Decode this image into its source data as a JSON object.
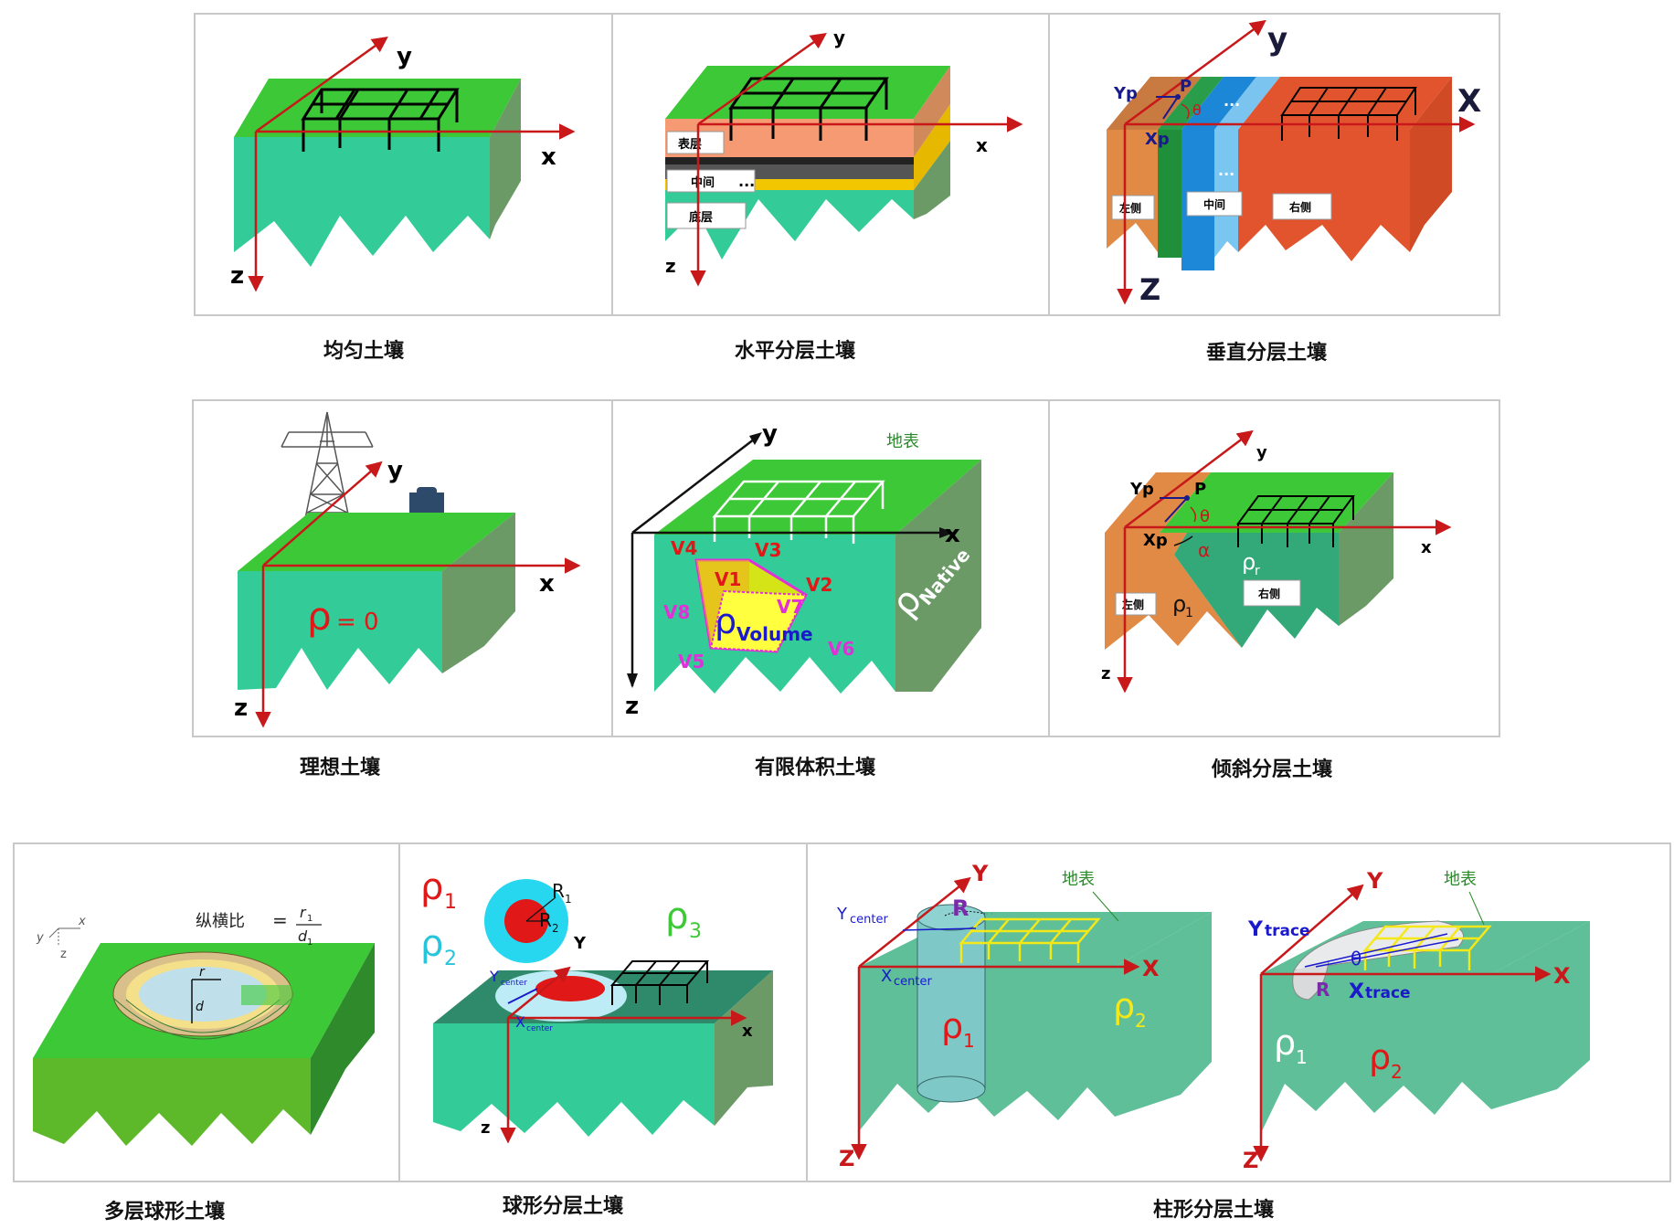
{
  "colors": {
    "axis": "#c8181a",
    "grass": "#3dc937",
    "soil": "#33cc99",
    "side": "#6b9a66",
    "frame": "#c8c8c8"
  },
  "panels": {
    "uniform": {
      "caption": "均匀土壤",
      "x": "x",
      "y": "y",
      "z": "z"
    },
    "horizontal": {
      "caption": "水平分层土壤",
      "x": "x",
      "y": "y",
      "z": "z",
      "top": "表层",
      "middle": "中间",
      "bottom": "底层",
      "dots": "..."
    },
    "vertical": {
      "caption": "垂直分层土壤",
      "x": "X",
      "y": "y",
      "z": "Z",
      "yp": "Yp",
      "xp": "Xp",
      "p": "P",
      "theta": "θ",
      "left": "左侧",
      "middle": "中间",
      "right": "右侧",
      "dots": "..."
    },
    "ideal": {
      "caption": "理想土壤",
      "x": "x",
      "y": "y",
      "z": "z",
      "rho": "ρ",
      "eq": "= 0"
    },
    "finite": {
      "caption": "有限体积土壤",
      "x": "x",
      "y": "y",
      "z": "z",
      "surface": "地表",
      "v": [
        "V1",
        "V2",
        "V3",
        "V4",
        "V5",
        "V6",
        "V7",
        "V8"
      ],
      "rho": "ρ",
      "volume": "Volume",
      "native": "Native"
    },
    "inclined": {
      "caption": "倾斜分层土壤",
      "x": "x",
      "y": "y",
      "z": "z",
      "yp": "Yp",
      "xp": "Xp",
      "p": "P",
      "theta": "θ",
      "alpha": "α",
      "left": "左侧",
      "right": "右侧",
      "rho": "ρ",
      "sub1": "1",
      "subr": "r"
    },
    "multisphere": {
      "caption": "多层球形土壤",
      "aspect": "纵横比",
      "eq": "=",
      "num": "r",
      "den": "d",
      "sub": "1",
      "x": "x",
      "y": "y",
      "z": "z"
    },
    "sphere": {
      "caption": "球形分层土壤",
      "x": "x",
      "y": "Y",
      "z": "z",
      "rho": "ρ",
      "r1": "R",
      "r2": "R",
      "ycenter": "Y",
      "xcenter": "X",
      "center": "center",
      "s1": "1",
      "s2": "2",
      "s3": "3"
    },
    "cylinder": {
      "caption": "柱形分层土壤",
      "x": "X",
      "y": "Y",
      "z": "Z",
      "surface": "地表",
      "ycenter": "Y",
      "xcenter": "X",
      "center": "center",
      "r": "R",
      "ytrace": "Y",
      "xtrace": "X",
      "trace": "trace",
      "theta": "θ",
      "rho": "ρ",
      "s1": "1",
      "s2": "2"
    }
  }
}
